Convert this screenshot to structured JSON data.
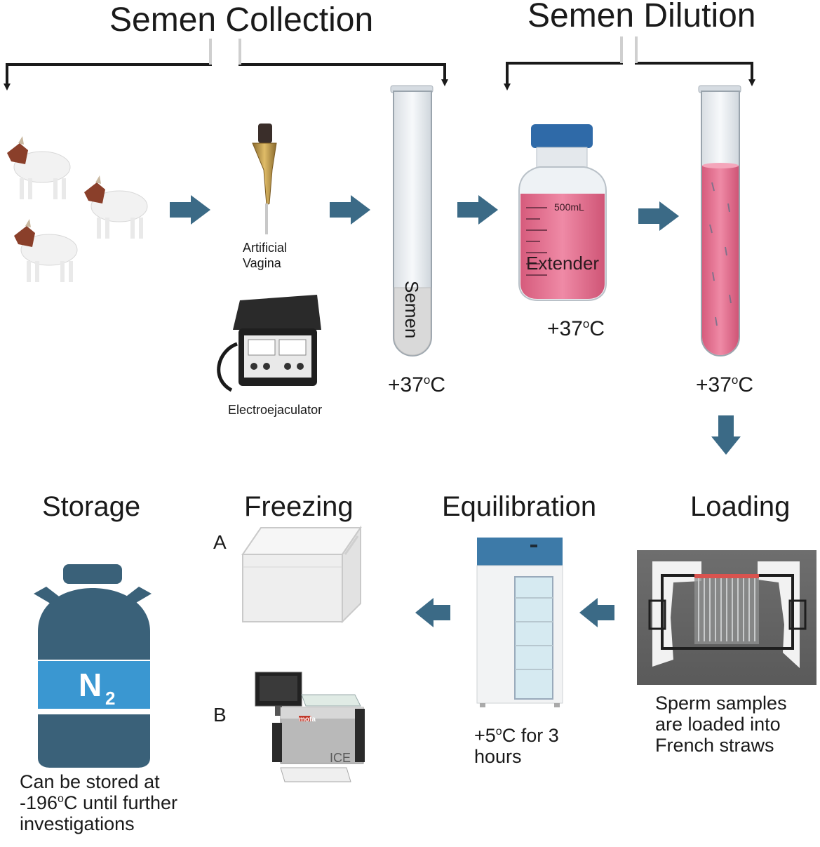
{
  "headings": {
    "semen_collection": "Semen Collection",
    "semen_dilution": "Semen Dilution",
    "storage": "Storage",
    "freezing": "Freezing",
    "equilibration": "Equilibration",
    "loading": "Loading"
  },
  "labels": {
    "artificial_vagina": [
      "Artificial",
      "Vagina"
    ],
    "electroejaculator": "Electroejaculator",
    "semen_tube": "Semen",
    "extender": "Extender",
    "bottle_volume": "500mL",
    "nitrogen": "N",
    "nitrogen_sub": "2",
    "freezer_a": "A",
    "freezer_b": "B",
    "freezer_brand": "mofa",
    "freezer_model": "ICE"
  },
  "temperatures": {
    "semen": {
      "pre": "+37",
      "sup": "o",
      "post": "C"
    },
    "extender": {
      "pre": "+37",
      "sup": "o",
      "post": "C"
    },
    "diluted": {
      "pre": "+37",
      "sup": "o",
      "post": "C"
    }
  },
  "captions": {
    "equilibration": {
      "pre": "+5",
      "sup": "o",
      "post": "C for 3",
      "line2": "hours"
    },
    "loading": [
      "Sperm samples",
      "are loaded into",
      "French straws"
    ],
    "storage": {
      "line1": "Can be stored at",
      "line2_pre": "-196",
      "line2_sup": "o",
      "line2_post": "C until further",
      "line3": "investigations"
    }
  },
  "colors": {
    "arrow": "#3b6a86",
    "dewar_dark": "#3a6179",
    "dewar_band": "#3a97d1",
    "pink": "#e2708e",
    "bottle_cap": "#2f6aa8",
    "fridge_top": "#3d7aa8"
  }
}
